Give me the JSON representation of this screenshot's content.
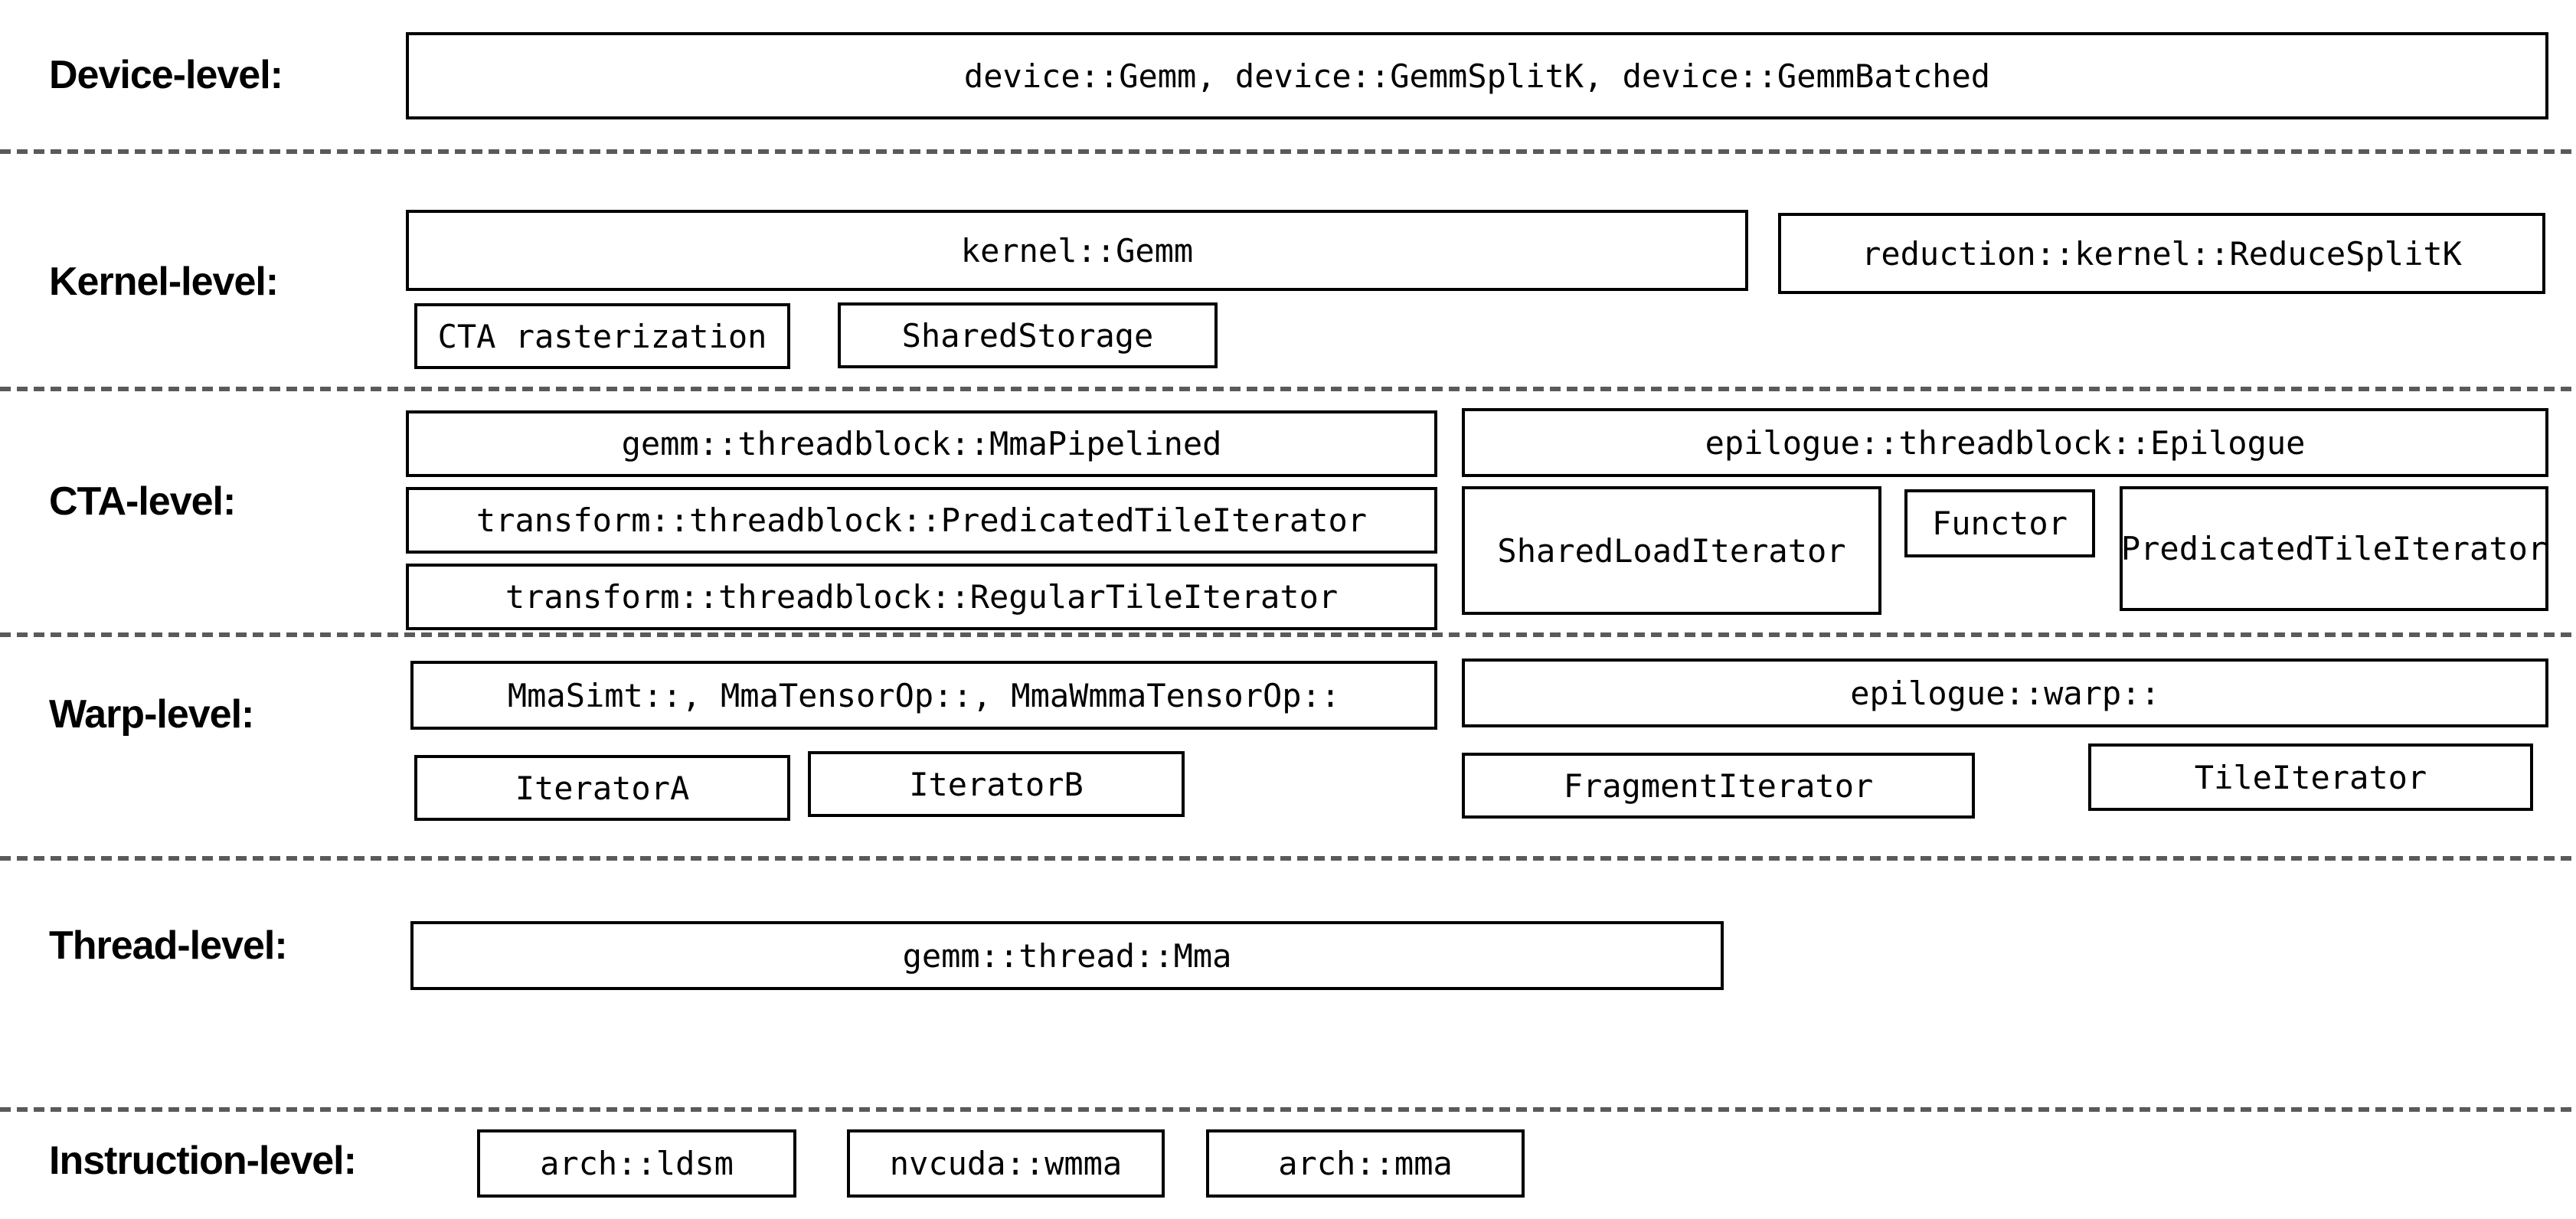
{
  "colors": {
    "background": "#ffffff",
    "box_border": "#000000",
    "text": "#000000",
    "separator": "#5a5a5a"
  },
  "levels": {
    "device": {
      "label": "Device-level:",
      "main_box": "device::Gemm, device::GemmSplitK, device::GemmBatched"
    },
    "kernel": {
      "label": "Kernel-level:",
      "gemm": "kernel::Gemm",
      "reduce_splitk": "reduction::kernel::ReduceSplitK",
      "cta_rasterization": "CTA rasterization",
      "shared_storage": "SharedStorage"
    },
    "cta": {
      "label": "CTA-level:",
      "mma_pipelined": "gemm::threadblock::MmaPipelined",
      "predicated_tile_iterator": "transform::threadblock::PredicatedTileIterator",
      "regular_tile_iterator": "transform::threadblock::RegularTileIterator",
      "epilogue": "epilogue::threadblock::Epilogue",
      "shared_load_iterator": "SharedLoadIterator",
      "functor": "Functor",
      "epilogue_predicated_tile_iterator": "PredicatedTileIterator"
    },
    "warp": {
      "label": "Warp-level:",
      "mma_ops": "MmaSimt::, MmaTensorOp::, MmaWmmaTensorOp::",
      "iterator_a": "IteratorA",
      "iterator_b": "IteratorB",
      "epilogue_warp": "epilogue::warp::",
      "fragment_iterator": "FragmentIterator",
      "tile_iterator": "TileIterator"
    },
    "thread": {
      "label": "Thread-level:",
      "mma": "gemm::thread::Mma"
    },
    "instruction": {
      "label": "Instruction-level:",
      "ldsm": "arch::ldsm",
      "wmma": "nvcuda::wmma",
      "mma": "arch::mma"
    }
  }
}
